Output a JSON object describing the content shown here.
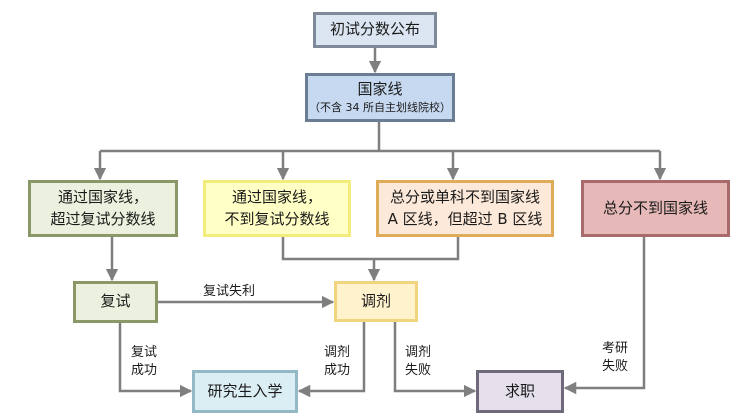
{
  "nodes": {
    "start": {
      "label": "初试分数公布"
    },
    "national_line": {
      "label": "国家线",
      "note": "（不含 34 所自主划线院校）"
    },
    "pass_both": {
      "line1": "通过国家线，",
      "line2": "超过复试分数线"
    },
    "pass_national_only": {
      "line1": "通过国家线，",
      "line2": "不到复试分数线"
    },
    "zone_b": {
      "line1": "总分或单科不到国家线",
      "line2": "A 区线，但超过 B 区线"
    },
    "fail_total": {
      "label": "总分不到国家线"
    },
    "retest": {
      "label": "复试"
    },
    "adjust": {
      "label": "调剂"
    },
    "admission": {
      "label": "研究生入学"
    },
    "job": {
      "label": "求职"
    }
  },
  "edge_labels": {
    "retest_fail": "复试失利",
    "retest_success": {
      "line1": "复试",
      "line2": "成功"
    },
    "adjust_success": {
      "line1": "调剂",
      "line2": "成功"
    },
    "adjust_fail": {
      "line1": "调剂",
      "line2": "失败"
    },
    "exam_fail": {
      "line1": "考研",
      "line2": "失败"
    }
  },
  "colors": {
    "connector": "#7f7f7f",
    "start_fill": "#dce6f2",
    "national_fill": "#c6d9f1",
    "pass_fill": "#ebf1de",
    "yellow_fill": "#ffffc6",
    "orange_fill": "#fde9d9",
    "red_fill": "#e6b9b8",
    "adjust_fill": "#fff2cc",
    "admission_fill": "#dbeef4",
    "job_fill": "#e5e0ec"
  }
}
